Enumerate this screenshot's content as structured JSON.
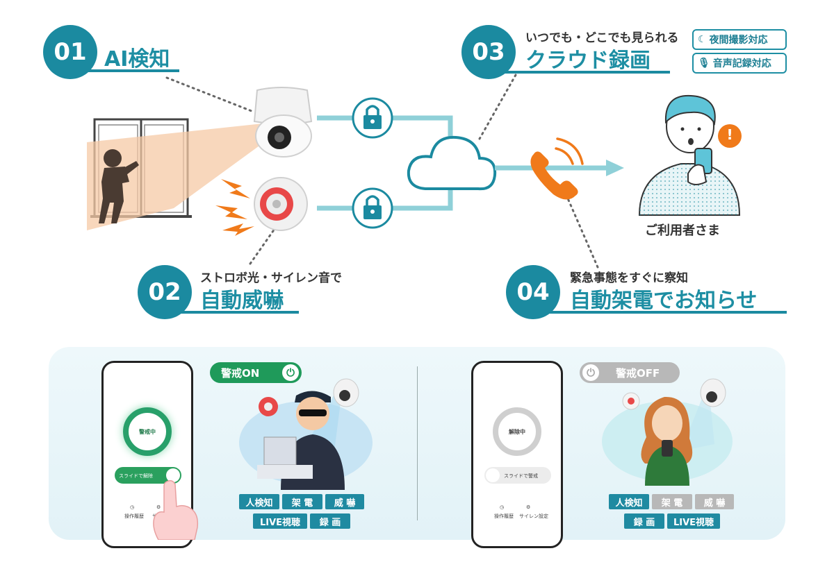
{
  "steps": [
    {
      "num": "01",
      "title": "AI検知",
      "subtitle": ""
    },
    {
      "num": "02",
      "title": "自動威嚇",
      "subtitle": "ストロボ光・サイレン音で"
    },
    {
      "num": "03",
      "title": "クラウド録画",
      "subtitle": "いつでも・どこでも見られる"
    },
    {
      "num": "04",
      "title": "自動架電でお知らせ",
      "subtitle": "緊急事態をすぐに察知"
    }
  ],
  "tags": [
    "夜間撮影対応",
    "音声記録対応"
  ],
  "user_label": "ご利用者さま",
  "alert_mark": "!",
  "modes": {
    "on": {
      "label": "警戒ON",
      "status": "警戒中",
      "slider": "スライドで解除",
      "menu": [
        "操作履歴",
        "サイレン"
      ],
      "features_row1": [
        "人検知",
        "架 電",
        "威 嚇"
      ],
      "features_row2": [
        "LIVE視聴",
        "録 画"
      ]
    },
    "off": {
      "label": "警戒OFF",
      "status": "解除中",
      "slider": "スライドで警戒",
      "menu": [
        "操作履歴",
        "サイレン設定"
      ],
      "features_row1": [
        "人検知",
        "架 電",
        "威 嚇"
      ],
      "features_row2": [
        "録 画",
        "LIVE視聴"
      ]
    }
  },
  "colors": {
    "teal": "#1b8aa0",
    "green": "#1f9a5a",
    "orange": "#f07a1a",
    "gray": "#b8b8b8"
  }
}
